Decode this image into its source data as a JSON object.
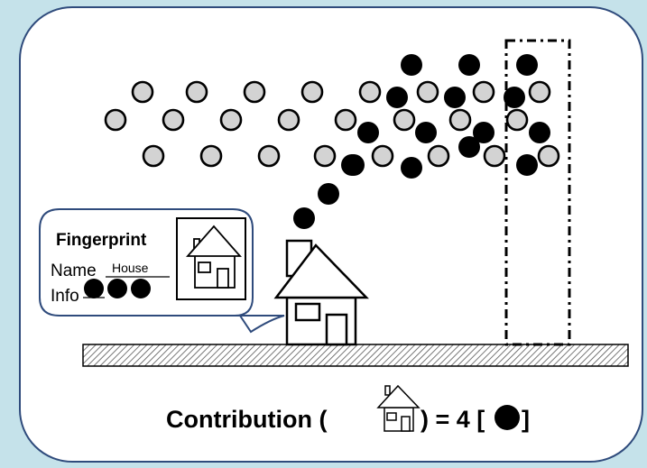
{
  "fingerprint": {
    "title": "Fingerprint",
    "name_label": "Name",
    "name_value": "House",
    "info_label": "Info",
    "info_dot_count": 3
  },
  "formula": {
    "prefix": "Contribution (",
    "middle": " ) = 4 [",
    "suffix": "]"
  },
  "colors": {
    "background": "#c5e2ea",
    "panel": "#ffffff",
    "panel_border": "#2f4b7c",
    "black_particle": "#000000",
    "grey_particle": "#d3d3d3",
    "ground_hatch": "#444444"
  },
  "icons": [
    "house-icon",
    "chimney-smoke-particles",
    "measurement-column"
  ]
}
